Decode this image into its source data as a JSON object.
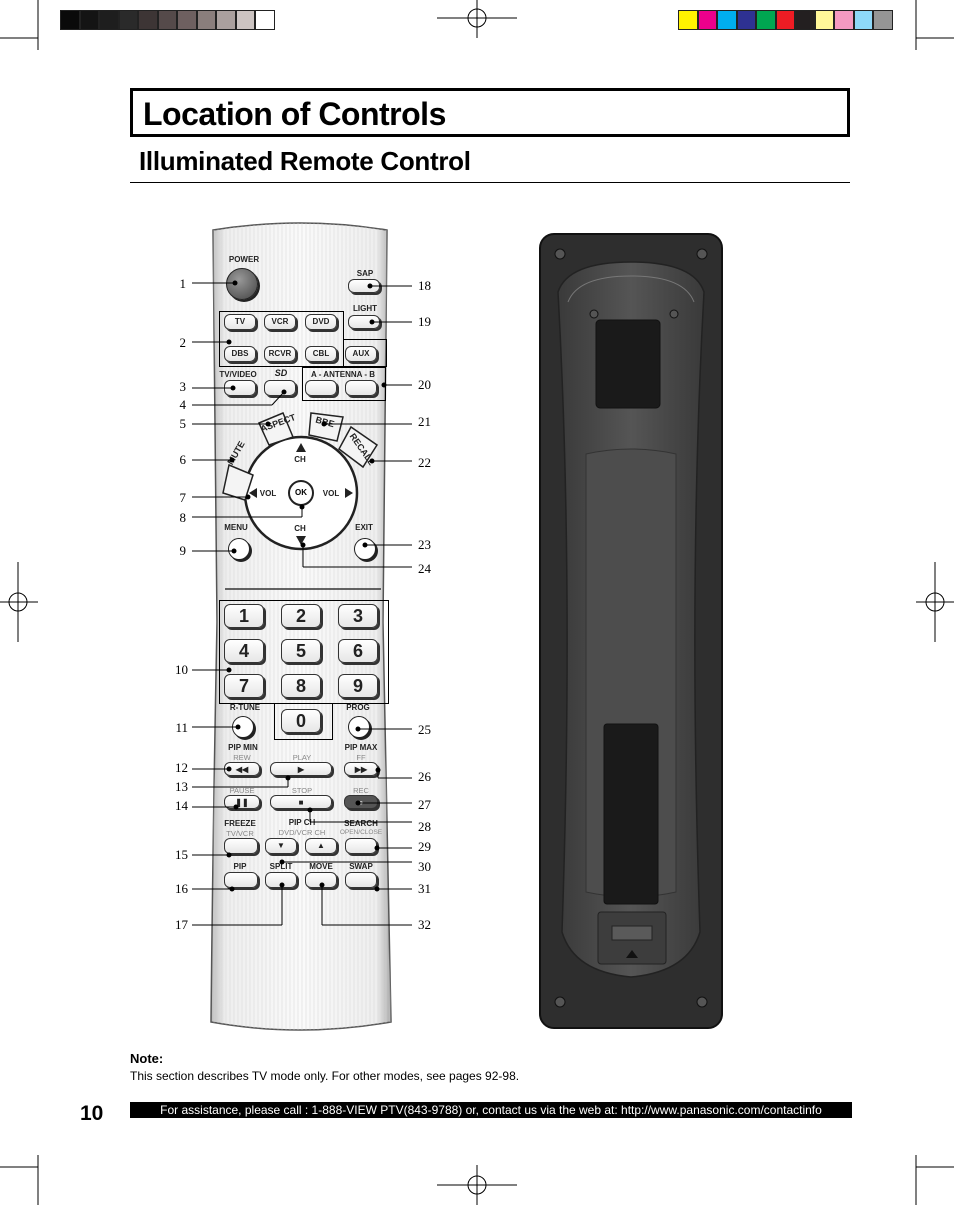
{
  "title": "Location of Controls",
  "subtitle": "Illuminated Remote Control",
  "remote": {
    "power": "POWER",
    "sap": "SAP",
    "light": "LIGHT",
    "modes": [
      "TV",
      "VCR",
      "DVD",
      "DBS",
      "RCVR",
      "CBL",
      "AUX"
    ],
    "tv_video": "TV/VIDEO",
    "sd": "SD",
    "antenna": "A - ANTENNA - B",
    "mute": "MUTE",
    "aspect": "ASPECT",
    "bbe": "BBE",
    "recall": "RECALL",
    "ch_up": "CH",
    "ch_down": "CH",
    "vol_left": "VOL",
    "vol_right": "VOL",
    "ok": "OK",
    "menu": "MENU",
    "exit": "EXIT",
    "digits": [
      "1",
      "2",
      "3",
      "4",
      "5",
      "6",
      "7",
      "8",
      "9",
      "0"
    ],
    "r_tune": "R-TUNE",
    "prog": "PROG",
    "pip_min": "PIP MIN",
    "rew": "REW",
    "play": "PLAY",
    "pip_max": "PIP MAX",
    "ff": "FF",
    "pause": "PAUSE",
    "stop": "STOP",
    "rec": "REC",
    "freeze": "FREEZE",
    "tv_vcr": "TV/VCR",
    "pip_ch": "PIP CH",
    "dvd_vcr_ch": "DVD/VCR CH",
    "search": "SEARCH",
    "open_close": "OPEN/CLOSE",
    "pip": "PIP",
    "split": "SPLIT",
    "move": "MOVE",
    "swap": "SWAP"
  },
  "callouts_left": [
    "1",
    "2",
    "3",
    "4",
    "5",
    "6",
    "7",
    "8",
    "9",
    "10",
    "11",
    "12",
    "13",
    "14",
    "15",
    "16",
    "17"
  ],
  "callouts_right": [
    "18",
    "19",
    "20",
    "21",
    "22",
    "23",
    "24",
    "25",
    "26",
    "27",
    "28",
    "29",
    "30",
    "31",
    "32"
  ],
  "note": {
    "heading": "Note:",
    "body": "This section describes TV mode only. For other modes, see pages 92-98."
  },
  "page_number": "10",
  "footer": "For assistance, please call : 1-888-VIEW PTV(843-9788) or, contact us via the web at: http://www.panasonic.com/contactinfo",
  "colors": {
    "grayscale_bar": [
      "#0a0a0a",
      "#141414",
      "#1e1e1e",
      "#2a2a2a",
      "#3d3535",
      "#554a4a",
      "#6e6060",
      "#8a7e7c",
      "#aaa09e",
      "#ccc4c2",
      "#ffffff"
    ],
    "color_bar": [
      "#fff200",
      "#ec008c",
      "#00aeef",
      "#2e3192",
      "#00a651",
      "#ed1c24",
      "#231f20",
      "#fff799",
      "#f49ac2",
      "#8ed8f8",
      "#959595"
    ]
  }
}
